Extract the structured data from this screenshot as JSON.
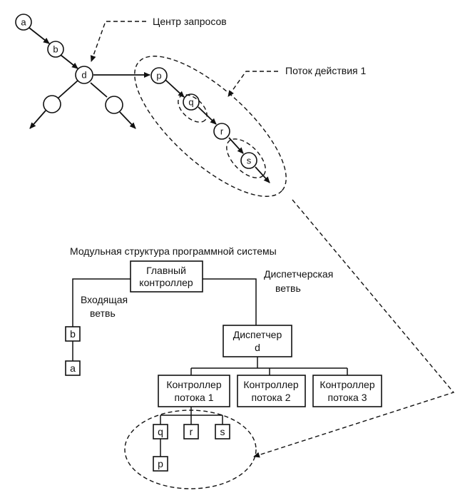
{
  "top_graph": {
    "nodes": {
      "a": "a",
      "b": "b",
      "d": "d",
      "p": "p",
      "q": "q",
      "r": "r",
      "s": "s"
    },
    "labels": {
      "request_center": "Центр запросов",
      "action_flow": "Поток действия 1"
    }
  },
  "structure": {
    "title": "Модульная структура программной системы",
    "main_controller": [
      "Главный",
      "контроллер"
    ],
    "incoming_branch": [
      "Входящая",
      "ветвь"
    ],
    "dispatcher_branch": [
      "Диспетчерская",
      "ветвь"
    ],
    "dispatcher": [
      "Диспетчер",
      "d"
    ],
    "controllers": [
      [
        "Контроллер",
        "потока 1"
      ],
      [
        "Контроллер",
        "потока 2"
      ],
      [
        "Контроллер",
        "потока 3"
      ]
    ],
    "boxes": {
      "b": "b",
      "a": "a",
      "q": "q",
      "r": "r",
      "s": "s",
      "p": "p"
    }
  }
}
